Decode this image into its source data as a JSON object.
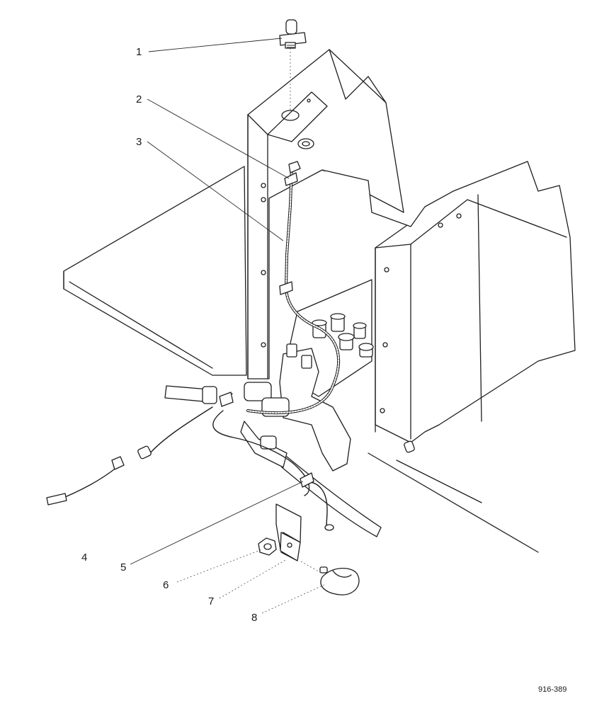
{
  "callouts": [
    "1",
    "2",
    "3",
    "4",
    "5",
    "6",
    "7",
    "8"
  ],
  "figure_code": "916-389"
}
